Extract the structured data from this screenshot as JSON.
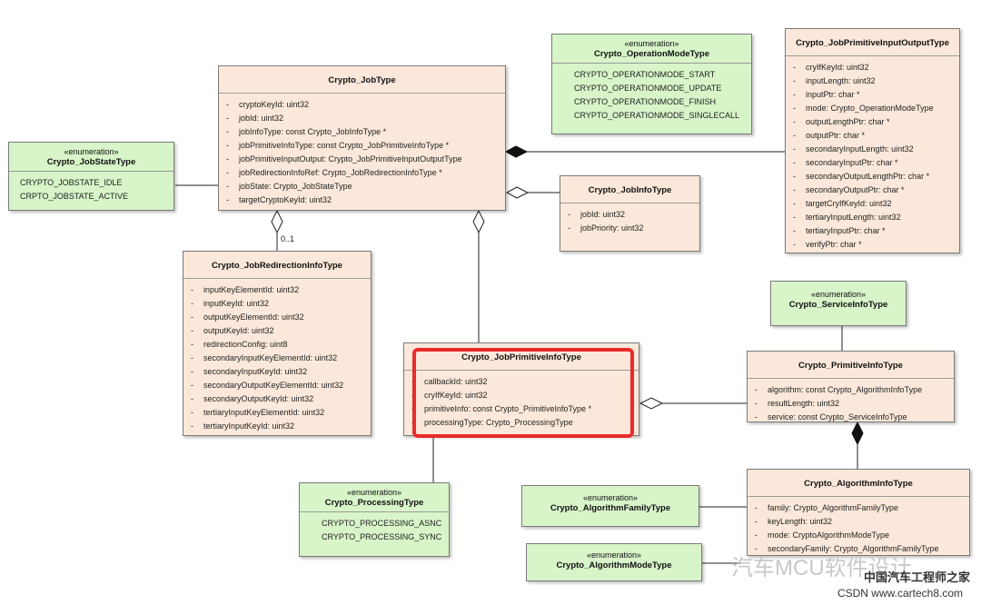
{
  "diagram": {
    "job_type": {
      "title": "Crypto_JobType",
      "attrs": [
        "cryptoKeyId: uint32",
        "jobId: uint32",
        "jobInfoType: const Crypto_JobInfoType *",
        "jobPrimitiveInfoType: const Crypto_JobPrimitiveInfoType *",
        "jobPrimitiveInputOutput: Crypto_JobPrimitiveInputOutputType",
        "jobRedirectionInfoRef: Crypto_JobRedirectionInfoType *",
        "jobState: Crypto_JobStateType",
        "targetCryptoKeyId: uint32"
      ]
    },
    "job_state_type": {
      "stereotype": "«enumeration»",
      "title": "Crypto_JobStateType",
      "attrs": [
        "CRYPTO_JOBSTATE_IDLE",
        "CRPTO_JOBSTATE_ACTIVE"
      ]
    },
    "operation_mode_type": {
      "stereotype": "«enumeration»",
      "title": "Crypto_OperationModeType",
      "attrs": [
        "CRYPTO_OPERATIONMODE_START",
        "CRYPTO_OPERATIONMODE_UPDATE",
        "CRYPTO_OPERATIONMODE_FINISH",
        "CRYPTO_OPERATIONMODE_SINGLECALL"
      ]
    },
    "primitive_input_output_type": {
      "title": "Crypto_JobPrimitiveInputOutputType",
      "attrs": [
        "cryIfKeyId: uint32",
        "inputLength: uint32",
        "inputPtr: char *",
        "mode: Crypto_OperationModeType",
        "outputLengthPtr: char *",
        "outputPtr: char *",
        "secondaryInputLength: uint32",
        "secondaryInputPtr: char *",
        "secondaryOutputLengthPtr: char *",
        "secondaryOutputPtr: char *",
        "targetCryIfKeyId: uint32",
        "tertiaryInputLength: uint32",
        "tertiaryInputPtr: char *",
        "verifyPtr: char *"
      ]
    },
    "job_info_type": {
      "title": "Crypto_JobInfoType",
      "attrs": [
        "jobId: uint32",
        "jobPriority: uint32"
      ]
    },
    "redirection_info_type": {
      "title": "Crypto_JobRedirectionInfoType",
      "attrs": [
        "inputKeyElementId: uint32",
        "inputKeyId: uint32",
        "outputKeyElementId: uint32",
        "outputKeyId: uint32",
        "redirectionConfig: uint8",
        "secondaryInputKeyElementId: uint32",
        "secondaryInputKeyId: uint32",
        "secondaryOutputKeyElementId: uint32",
        "secondaryOutputKeyId: uint32",
        "tertiaryInputKeyElementId: uint32",
        "tertiaryInputKeyId: uint32"
      ]
    },
    "job_primitive_info_type": {
      "title": "Crypto_JobPrimitiveInfoType",
      "attrs": [
        "callbackId: uint32",
        "cryIfKeyId: uint32",
        "primitiveInfo: const Crypto_PrimitiveInfoType *",
        "processingType: Crypto_ProcessingType"
      ]
    },
    "service_info_type": {
      "stereotype": "«enumeration»",
      "title": "Crypto_ServiceInfoType"
    },
    "primitive_info_type": {
      "title": "Crypto_PrimitiveInfoType",
      "attrs": [
        "algorithm: const Crypto_AlgorithmInfoType",
        "resultLength: uint32",
        "service: const Crypto_ServiceInfoType"
      ]
    },
    "processing_type": {
      "stereotype": "«enumeration»",
      "title": "Crypto_ProcessingType",
      "attrs": [
        "CRYPTO_PROCESSING_ASNC",
        "CRYPTO_PROCESSING_SYNC"
      ]
    },
    "algorithm_family_type": {
      "stereotype": "«enumeration»",
      "title": "Crypto_AlgorithmFamilyType"
    },
    "algorithm_mode_type": {
      "stereotype": "«enumeration»",
      "title": "Crypto_AlgorithmModeType"
    },
    "algorithm_info_type": {
      "title": "Crypto_AlgorithmInfoType",
      "attrs": [
        "family: Crypto_AlgorithmFamilyType",
        "keyLength: uint32",
        "mode: CryptoAlgorithmModeType",
        "secondaryFamily: Crypto_AlgorithmFamilyType"
      ]
    },
    "multiplicity": "0..1",
    "attr_prefix": "-"
  },
  "watermark": {
    "wechat": "汽车MCU软件设计",
    "site_cn": "中国汽车工程师之家",
    "site_url": "www.cartech8.com",
    "csdn": "CSDN"
  }
}
